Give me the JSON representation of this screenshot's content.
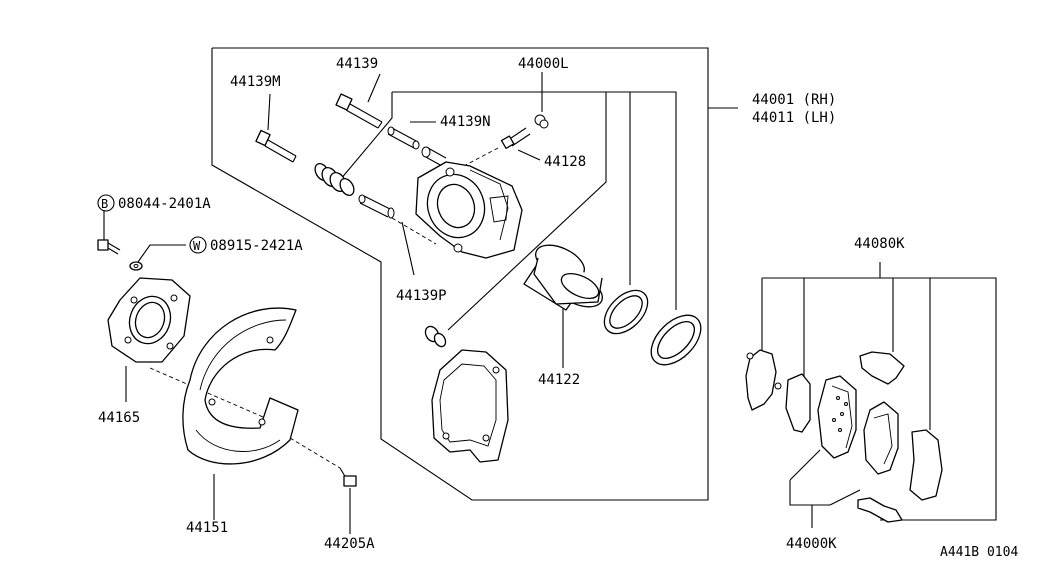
{
  "diagram": {
    "labels": {
      "p44139M": "44139M",
      "p44139": "44139",
      "p44000L": "44000L",
      "p44139N": "44139N",
      "p44128": "44128",
      "p44001": "44001 (RH)",
      "p44011": "44011 (LH)",
      "p08044": "08044-2401A",
      "p08044_marker": "B",
      "p08915": "08915-2421A",
      "p08915_marker": "W",
      "p44139P": "44139P",
      "p44080K": "44080K",
      "p44165": "44165",
      "p44122": "44122",
      "p44151": "44151",
      "p44205A": "44205A",
      "p44000K": "44000K",
      "ref_code": "A441B 0104"
    }
  }
}
